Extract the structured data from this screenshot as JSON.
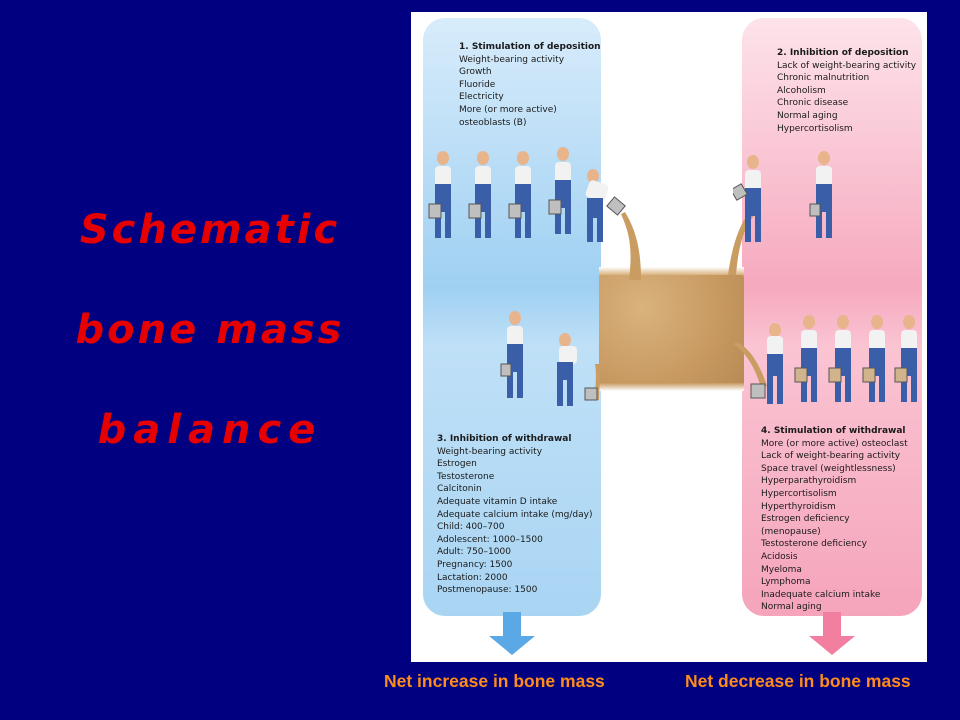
{
  "title": {
    "line1": "Schematic",
    "line2": "bone mass",
    "line3": "balance"
  },
  "boxes": {
    "deposition_stimulation": {
      "heading": "1. Stimulation of deposition",
      "items": [
        "Weight-bearing activity",
        "Growth",
        "Fluoride",
        "Electricity",
        "More (or more active)",
        "osteoblasts (B)"
      ]
    },
    "deposition_inhibition": {
      "heading": "2. Inhibition of deposition",
      "items": [
        "Lack of weight-bearing activity",
        "Chronic malnutrition",
        "Alcoholism",
        "Chronic disease",
        "Normal aging",
        "Hypercortisolism"
      ]
    },
    "withdrawal_inhibition": {
      "heading": "3. Inhibition of withdrawal",
      "items": [
        "Weight-bearing activity",
        "Estrogen",
        "Testosterone",
        "Calcitonin",
        "Adequate vitamin D intake",
        "Adequate calcium intake (mg/day)",
        "Child: 400–700",
        "Adolescent: 1000–1500",
        "Adult: 750–1000",
        "Pregnancy: 1500",
        "Lactation: 2000",
        "Postmenopause: 1500"
      ]
    },
    "withdrawal_stimulation": {
      "heading": "4. Stimulation of withdrawal",
      "items": [
        "More (or more active) osteoclast",
        "Lack of weight-bearing activity",
        "Space travel (weightlessness)",
        "Hyperparathyroidism",
        "Hypercortisolism",
        "Hyperthyroidism",
        "Estrogen deficiency",
        "(menopause)",
        "Testosterone deficiency",
        "Acidosis",
        "Myeloma",
        "Lymphoma",
        "Inadequate calcium intake",
        "Normal aging"
      ]
    }
  },
  "captions": {
    "left": "Net increase in bone mass",
    "right": "Net decrease in bone mass"
  },
  "colors": {
    "background": "#000080",
    "title": "#e60000",
    "caption": "#ff8c1a",
    "left_column": "#a9d5f3",
    "right_column": "#f6a9bf",
    "left_arrow": "#5aa9e6",
    "right_arrow": "#f27fa0"
  }
}
